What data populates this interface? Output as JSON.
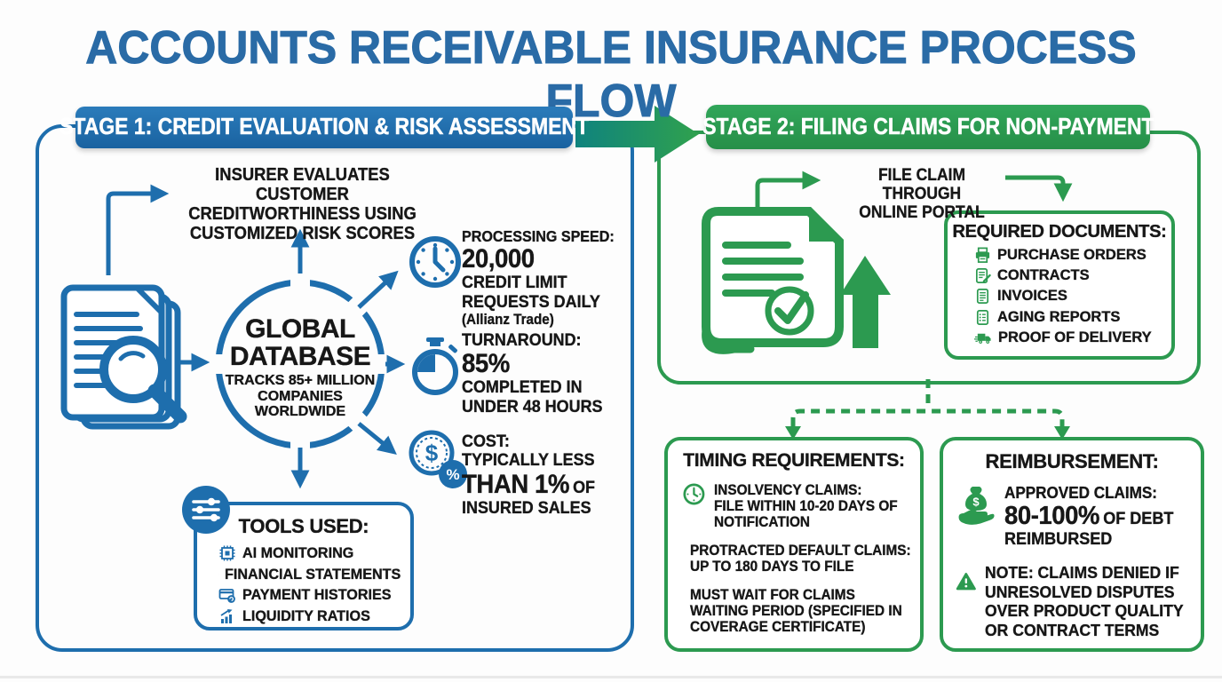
{
  "title": "ACCOUNTS RECEIVABLE INSURANCE PROCESS FLOW",
  "colors": {
    "blue": "#1e6ead",
    "green": "#2c9a50",
    "title_blue": "#2a6ba6",
    "ink": "#171717"
  },
  "glyphs": {
    "dollar": "$",
    "percent": "%"
  },
  "stage1": {
    "header": "STAGE 1: CREDIT EVALUATION & RISK ASSESSMENT",
    "note_lines": [
      "INSURER EVALUATES CUSTOMER",
      "CREDITWORTHINESS USING",
      "CUSTOMIZED RISK SCORES"
    ],
    "circle": {
      "title_lines": [
        "GLOBAL",
        "DATABASE"
      ],
      "subtitle_lines": [
        "TRACKS 85+ MILLION",
        "COMPANIES",
        "WORLDWIDE"
      ]
    },
    "stats": [
      {
        "icon": "clock-icon",
        "label": "PROCESSING SPEED:",
        "big": "20,000",
        "lines": [
          "CREDIT LIMIT",
          "REQUESTS DAILY"
        ],
        "note": "(Allianz Trade)"
      },
      {
        "icon": "stopwatch-icon",
        "label": "TURNAROUND:",
        "big": "85%",
        "lines": [
          "COMPLETED IN",
          "UNDER 48 HOURS"
        ]
      },
      {
        "icon": "dollar-percent-icon",
        "label": "COST:",
        "pre": "TYPICALLY LESS",
        "big": "THAN 1%",
        "big_tail": "OF",
        "lines": [
          "INSURED SALES"
        ]
      }
    ],
    "tools": {
      "title": "TOOLS USED:",
      "items": [
        {
          "icon": "ai-chip-icon",
          "label": "AI MONITORING"
        },
        {
          "icon": "financial-document-icon",
          "label": "FINANCIAL STATEMENTS"
        },
        {
          "icon": "payment-card-icon",
          "label": "PAYMENT HISTORIES"
        },
        {
          "icon": "liquidity-chart-icon",
          "label": "LIQUIDITY RATIOS"
        }
      ]
    }
  },
  "stage2": {
    "header": "STAGE 2: FILING CLAIMS FOR NON-PAYMENT",
    "file_claim_lines": [
      "FILE CLAIM THROUGH",
      "ONLINE PORTAL"
    ],
    "required_documents": {
      "title": "REQUIRED DOCUMENTS:",
      "items": [
        {
          "icon": "printer-icon",
          "label": "PURCHASE ORDERS"
        },
        {
          "icon": "contract-icon",
          "label": "CONTRACTS"
        },
        {
          "icon": "invoice-icon",
          "label": "INVOICES"
        },
        {
          "icon": "aging-report-icon",
          "label": "AGING REPORTS"
        },
        {
          "icon": "delivery-truck-icon",
          "label": "PROOF OF DELIVERY"
        }
      ]
    },
    "timing": {
      "title": "TIMING REQUIREMENTS:",
      "items": [
        {
          "icon": "clock-icon",
          "lines": [
            "INSOLVENCY CLAIMS:",
            "FILE WITHIN 10-20 DAYS OF",
            "NOTIFICATION"
          ]
        },
        {
          "icon": "clock-icon",
          "lines": [
            "PROTRACTED DEFAULT CLAIMS:",
            "UP TO 180 DAYS TO FILE"
          ]
        },
        {
          "icon": "clock-icon",
          "lines": [
            "MUST WAIT FOR CLAIMS",
            "WAITING PERIOD (SPECIFIED IN",
            "COVERAGE CERTIFICATE)"
          ]
        }
      ]
    },
    "reimbursement": {
      "title": "REIMBURSEMENT:",
      "approved": {
        "icon": "money-hand-icon",
        "label": "APPROVED CLAIMS:",
        "big": "80-100%",
        "big_tail": "OF DEBT",
        "line": "REIMBURSED"
      },
      "note": {
        "icon": "warning-icon",
        "lines": [
          "NOTE: CLAIMS DENIED IF",
          "UNRESOLVED DISPUTES",
          "OVER PRODUCT QUALITY",
          "OR CONTRACT TERMS"
        ]
      }
    }
  }
}
